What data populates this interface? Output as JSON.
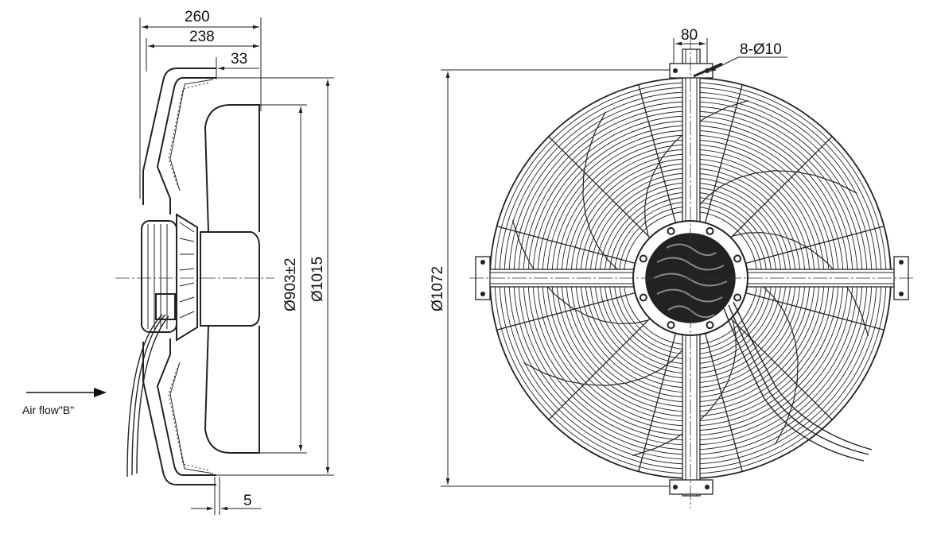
{
  "side_view": {
    "dim_overall_depth": "260",
    "dim_guard_depth": "238",
    "dim_offset": "33",
    "dim_blade_dia": "Ø903±2",
    "dim_guard_dia": "Ø1015",
    "dim_thickness": "5",
    "airflow_label": "Air flow\"B\""
  },
  "front_view": {
    "dim_bracket_width": "80",
    "dim_holes": "8-Ø10",
    "dim_outer_dia": "Ø1072"
  },
  "colors": {
    "line": "#222222",
    "background": "#ffffff"
  }
}
